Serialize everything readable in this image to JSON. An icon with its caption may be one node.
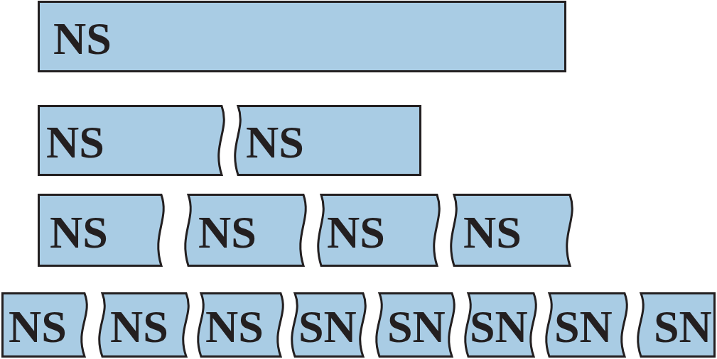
{
  "diagram": {
    "nodes": [
      {
        "text": [
          "NS"
        ]
      },
      {
        "text": [
          "NS"
        ]
      },
      {
        "text": [
          "NS"
        ]
      },
      {
        "text": [
          "NS"
        ]
      },
      {
        "text": [
          "NS"
        ]
      },
      {
        "text": [
          "NS"
        ]
      },
      {
        "text": [
          "NS"
        ]
      },
      {
        "text": [
          "NS"
        ]
      },
      {
        "text": [
          "NS"
        ]
      },
      {
        "text": [
          "NS"
        ]
      },
      {
        "text": [
          "SN"
        ]
      },
      {
        "text": [
          "SN"
        ]
      },
      {
        "text": [
          "SN"
        ]
      },
      {
        "text": [
          "SN"
        ]
      },
      {
        "text": [
          "SN"
        ]
      }
    ]
  }
}
